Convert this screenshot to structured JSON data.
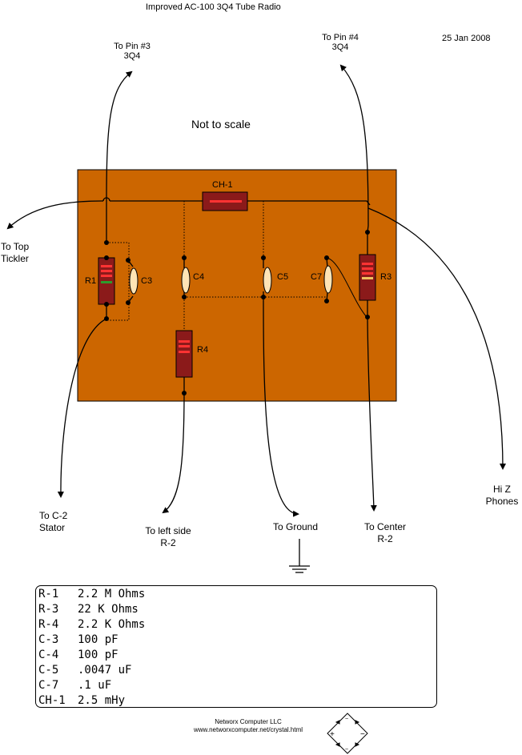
{
  "title": "Improved AC-100 3Q4 Tube Radio",
  "date": "25 Jan 2008",
  "note": "Not to scale",
  "components": {
    "ch1": "CH-1",
    "r1": "R1",
    "r3": "R3",
    "r4": "R4",
    "c3": "C3",
    "c4": "C4",
    "c5": "C5",
    "c7": "C7"
  },
  "connections": {
    "pin3_line1": "To Pin #3",
    "pin3_line2": "3Q4",
    "pin4_line1": "To Pin #4",
    "pin4_line2": "3Q4",
    "tickler_line1": "To Top",
    "tickler_line2": "Tickler",
    "c2_line1": "To C-2",
    "c2_line2": "Stator",
    "leftside_line1": "To left side",
    "leftside_line2": "R-2",
    "ground": "To Ground",
    "center_line1": "To Center",
    "center_line2": "R-2",
    "phones_line1": "Hi Z",
    "phones_line2": "Phones"
  },
  "parts_list": [
    {
      "ref": "R-1",
      "value": "2.2 M Ohms"
    },
    {
      "ref": "R-3",
      "value": "22 K Ohms"
    },
    {
      "ref": "R-4",
      "value": "2.2 K Ohms"
    },
    {
      "ref": "C-3",
      "value": "100 pF"
    },
    {
      "ref": "C-4",
      "value": "100 pF"
    },
    {
      "ref": "C-5",
      "value": ".0047 uF"
    },
    {
      "ref": "C-7",
      "value": ".1 uF"
    },
    {
      "ref": "CH-1",
      "value": "2.5 mHy"
    }
  ],
  "footer": {
    "company": "Networx Computer LLC",
    "url": "www.networxcomputer.net/crystal.html"
  },
  "colors": {
    "board": "#cc6600",
    "resistor_body": "#8b1a1a",
    "resistor_band": "#ff3333",
    "capacitor": "#ffe4b5"
  }
}
